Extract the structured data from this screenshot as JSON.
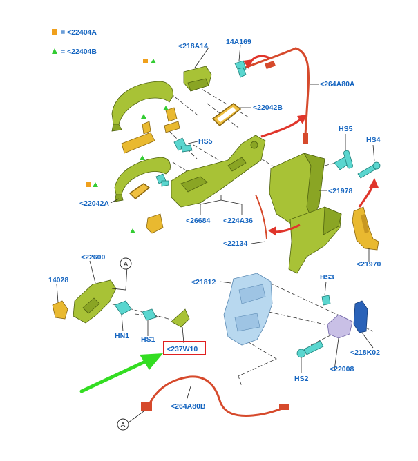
{
  "legend": {
    "items": [
      {
        "symbol": "orange-square",
        "text": "= <22404A",
        "color": "#f0a01c"
      },
      {
        "symbol": "green-triangle",
        "text": "= <22404B",
        "color": "#33cc33"
      }
    ]
  },
  "callouts": {
    "c218A14": "<218A14",
    "c14A169": "14A169",
    "c264A80A": "<264A80A",
    "c22042B": "<22042B",
    "cHS5a": "HS5",
    "cHS5b": "HS5",
    "cHS4": "HS4",
    "c21978": "<21978",
    "c22042A": "<22042A",
    "c26684": "<26684",
    "c224A36": "<224A36",
    "c22134": "<22134",
    "c21970": "<21970",
    "c22600": "<22600",
    "c14028": "14028",
    "c21812": "<21812",
    "cHS3": "HS3",
    "cHN1": "HN1",
    "cHS1": "HS1",
    "c237W10": "<237W10",
    "c218K02": "<218K02",
    "c22008": "<22008",
    "cHS2": "HS2",
    "c264A80B": "<264A80B"
  },
  "ref_circles": {
    "top": "A",
    "bottom": "A"
  },
  "colors": {
    "callout_text": "#1565c0",
    "highlight_box": "#e02020",
    "pointer_arrow": "#33dd22",
    "motion_arrow": "#e0352b",
    "cable": "#d64a2c"
  }
}
